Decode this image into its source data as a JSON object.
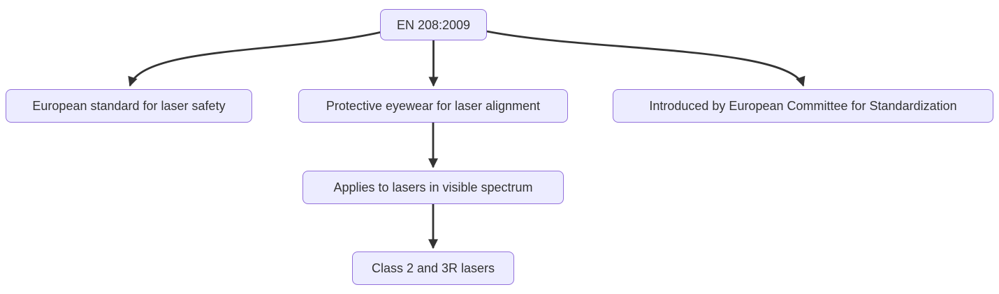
{
  "diagram": {
    "type": "flowchart",
    "direction": "top-down",
    "colors": {
      "node_fill": "#ECECFF",
      "node_border": "#9370DB",
      "edge_stroke": "#333333",
      "text": "#333333",
      "background": "#ffffff"
    },
    "nodes": [
      {
        "id": "root",
        "label": "EN 208:2009"
      },
      {
        "id": "n1",
        "label": "European standard for laser safety"
      },
      {
        "id": "n2",
        "label": "Protective eyewear for laser alignment"
      },
      {
        "id": "n3",
        "label": "Introduced by European Committee for Standardization"
      },
      {
        "id": "n4",
        "label": "Applies to lasers in visible spectrum"
      },
      {
        "id": "n5",
        "label": "Class 2 and 3R lasers"
      }
    ],
    "edges": [
      {
        "from": "root",
        "to": "n1"
      },
      {
        "from": "root",
        "to": "n2"
      },
      {
        "from": "root",
        "to": "n3"
      },
      {
        "from": "n2",
        "to": "n4"
      },
      {
        "from": "n4",
        "to": "n5"
      }
    ]
  }
}
